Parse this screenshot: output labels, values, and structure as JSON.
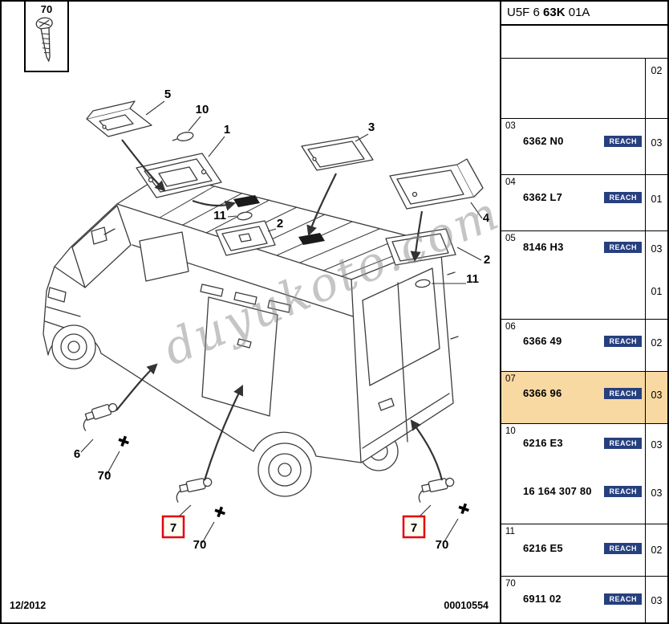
{
  "title": {
    "code_prefix": "U5F 6",
    "code_bold": "63K",
    "code_suffix": "01A"
  },
  "diagram": {
    "inset_label": "70",
    "watermark": "duyukoto.com",
    "date": "12/2012",
    "doc_number": "00010554",
    "callouts": {
      "lamp5": "5",
      "bulb10": "10",
      "lamp1": "1",
      "lamp3": "3",
      "bulb11_left": "11",
      "lamp2_left": "2",
      "lamp4": "4",
      "lamp2_right": "2",
      "bulb11_right": "11",
      "switch6": "6",
      "screw70_a": "70",
      "marker7_left": "7",
      "screw70_b": "70",
      "marker7_right": "7",
      "screw70_c": "70"
    }
  },
  "table": {
    "reach_label": "REACH",
    "rows": [
      {
        "index": "",
        "part": "",
        "qty": "02"
      },
      {
        "index": "03",
        "part": "6362 N0",
        "qty": "03"
      },
      {
        "index": "04",
        "part": "6362 L7",
        "qty": "01"
      },
      {
        "index": "05",
        "part": "8146 H3",
        "qty": "03",
        "qty2": "01"
      },
      {
        "index": "06",
        "part": "6366 49",
        "qty": "02"
      },
      {
        "index": "07",
        "part": "6366 96",
        "qty": "03"
      },
      {
        "index": "10",
        "part": "6216 E3",
        "qty": "03",
        "part2": "16 164 307 80",
        "qty2": "03"
      },
      {
        "index": "11",
        "part": "6216 E5",
        "qty": "02"
      },
      {
        "index": "70",
        "part": "6911 02",
        "qty": "03"
      }
    ]
  },
  "colors": {
    "highlight_row": "#f8d9a2",
    "reach_badge": "#263f7e",
    "marker_red": "#e3000f"
  }
}
